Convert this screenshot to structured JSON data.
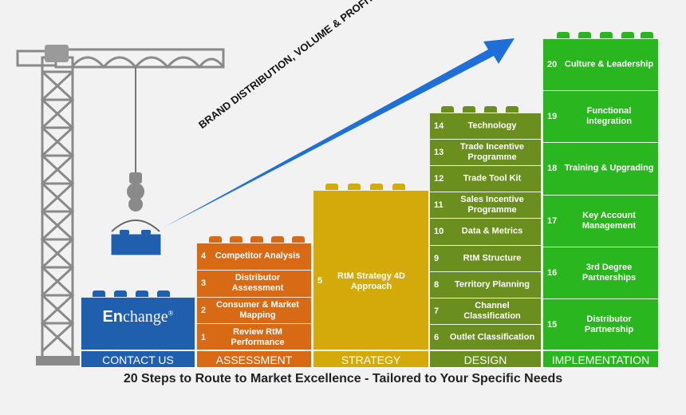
{
  "arrow_text": "BRAND DISTRIBUTION, VOLUME & PROFIT GROWTH",
  "logo": {
    "bold": "En",
    "rest": "change",
    "mark": "®"
  },
  "sections": {
    "contact": "CONTACT US",
    "assessment": "ASSESSMENT",
    "strategy": "STRATEGY",
    "design": "DESIGN",
    "implementation": "IMPLEMENTATION"
  },
  "assessment_steps": [
    {
      "num": "4",
      "label": "Competitor Analysis"
    },
    {
      "num": "3",
      "label": "Distributor Assessment"
    },
    {
      "num": "2",
      "label": "Consumer & Market Mapping"
    },
    {
      "num": "1",
      "label": "Review RtM Performance"
    }
  ],
  "strategy_step": {
    "num": "5",
    "label": "RtM Strategy 4D Approach"
  },
  "design_steps": [
    {
      "num": "14",
      "label": "Technology"
    },
    {
      "num": "13",
      "label": "Trade Incentive Programme"
    },
    {
      "num": "12",
      "label": "Trade Tool Kit"
    },
    {
      "num": "11",
      "label": "Sales Incentive Programme"
    },
    {
      "num": "10",
      "label": "Data & Metrics"
    },
    {
      "num": "9",
      "label": "RtM Structure"
    },
    {
      "num": "8",
      "label": "Territory Planning"
    },
    {
      "num": "7",
      "label": "Channel Classification"
    },
    {
      "num": "6",
      "label": "Outlet Classification"
    }
  ],
  "implementation_steps": [
    {
      "num": "20",
      "label": "Culture & Leadership"
    },
    {
      "num": "19",
      "label": "Functional Integration"
    },
    {
      "num": "18",
      "label": "Training & Upgrading"
    },
    {
      "num": "17",
      "label": "Key Account Management"
    },
    {
      "num": "16",
      "label": "3rd Degree Partnerships"
    },
    {
      "num": "15",
      "label": "Distributor Partnership"
    }
  ],
  "footer": "20 Steps to Route to Market Excellence - Tailored to Your Specific Needs",
  "colors": {
    "contact": "#1f5fad",
    "assessment": "#d96a15",
    "strategy": "#d4a90a",
    "design": "#6b8f1f",
    "implementation": "#29b61f",
    "crane": "#8a8a8a",
    "arrow": "#1e6fd8"
  }
}
